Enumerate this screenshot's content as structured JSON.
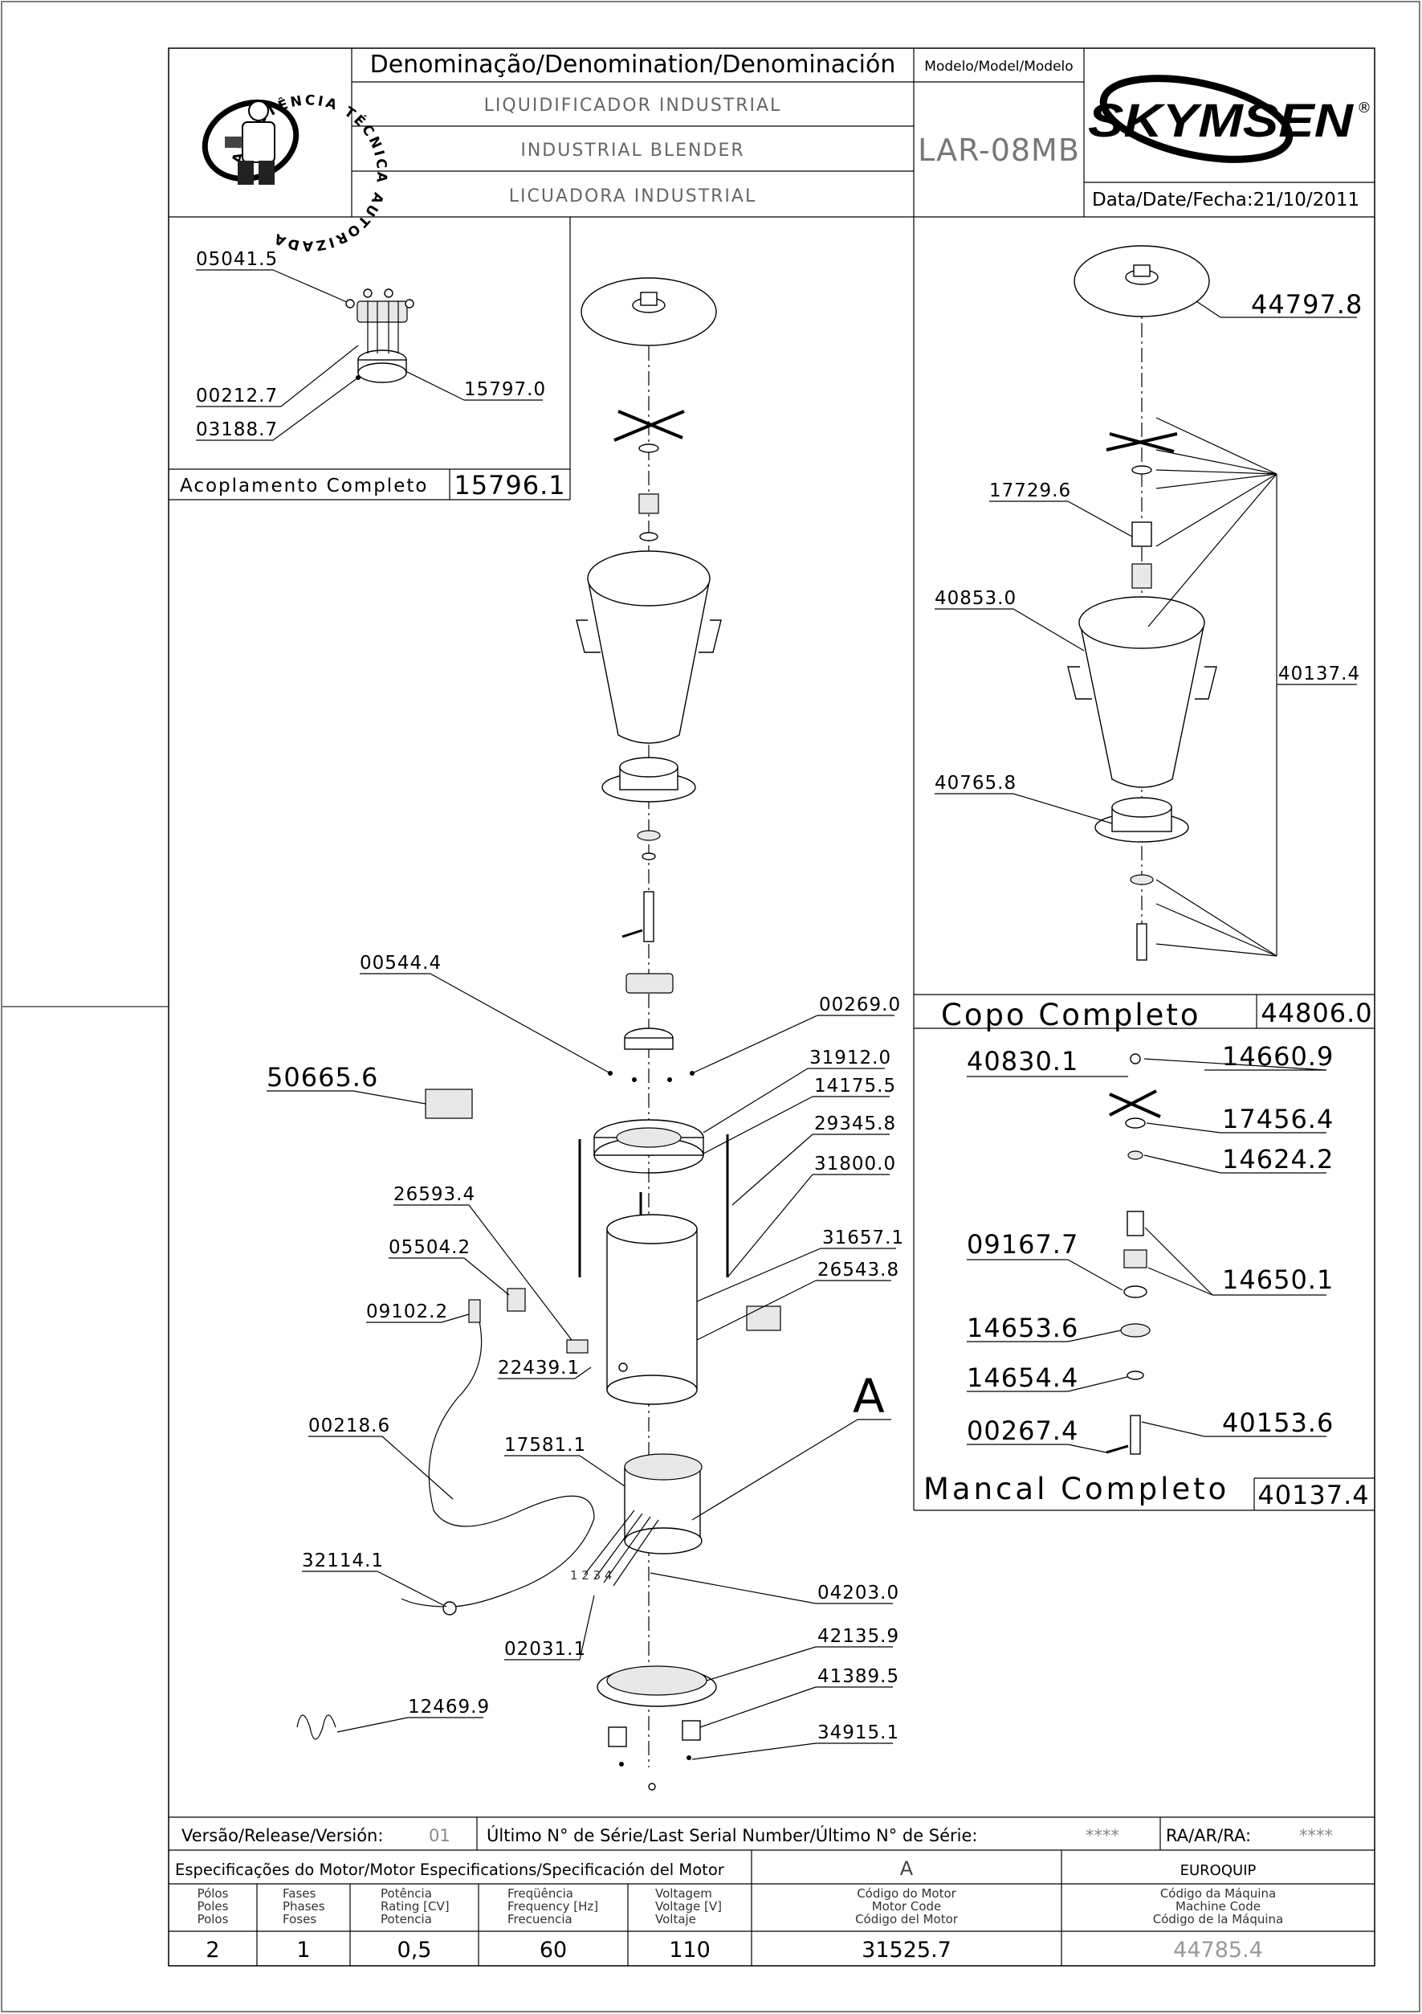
{
  "header": {
    "denomination_label": "Denominação/Denomination/Denominación",
    "name_pt": "LIQUIDIFICADOR INDUSTRIAL",
    "name_en": "INDUSTRIAL BLENDER",
    "name_es": "LICUADORA INDUSTRIAL",
    "model_label": "Modelo/Model/Modelo",
    "model": "LAR-08MB",
    "brand": "SKYMSEN",
    "registered": "®",
    "date_label": "Data/Date/Fecha:",
    "date": "21/10/2011"
  },
  "seal": {
    "text": "ASSISTÊNCIA TÉCNICA AUTORIZADA"
  },
  "coupling_box": {
    "title": "Acoplamento Completo",
    "code": "15796.1",
    "parts": [
      "05041.5",
      "00212.7",
      "03188.7",
      "15797.0"
    ]
  },
  "cup_box": {
    "title": "Copo Completo",
    "code": "44806.0",
    "parts": [
      "44797.8",
      "17729.6",
      "40853.0",
      "40137.4",
      "40765.8"
    ]
  },
  "bearing_box": {
    "title": "Mancal Completo",
    "code": "40137.4",
    "parts": [
      "40830.1",
      "14660.9",
      "17456.4",
      "14624.2",
      "09167.7",
      "14650.1",
      "14653.6",
      "14654.4",
      "00267.4",
      "40153.6"
    ]
  },
  "main_parts": {
    "p00544": "00544.4",
    "p00269": "00269.0",
    "p31912": "31912.0",
    "p14175": "14175.5",
    "p50665": "50665.6",
    "p29345": "29345.8",
    "p31800": "31800.0",
    "p26593": "26593.4",
    "p31657": "31657.1",
    "p05504": "05504.2",
    "p26543": "26543.8",
    "p09102": "09102.2",
    "p22439": "22439.1",
    "motor_callout": "A",
    "p00218": "00218.6",
    "p17581": "17581.1",
    "p32114": "32114.1",
    "p04203": "04203.0",
    "p02031": "02031.1",
    "p42135": "42135.9",
    "p41389": "41389.5",
    "p12469": "12469.9",
    "p34915": "34915.1",
    "wire_numbers": "1 2 3 4"
  },
  "footer": {
    "version_label": "Versão/Release/Versión:",
    "version": "01",
    "serial_label": "Último N° de Série/Last Serial Number/Último N° de Série:",
    "serial": "****",
    "ra_label": "RA/AR/RA:",
    "ra": "****",
    "motor_spec_label": "Especificações do Motor/Motor Especifications/Specificación del Motor",
    "motor_letter": "A",
    "manufacturer": "EUROQUIP",
    "columns": [
      {
        "l1": "Pólos",
        "l2": "Poles",
        "l3": "Polos",
        "value": "2"
      },
      {
        "l1": "Fases",
        "l2": "Phases",
        "l3": "Foses",
        "value": "1"
      },
      {
        "l1": "Potência",
        "l2": "Rating [CV]",
        "l3": "Potencia",
        "value": "0,5"
      },
      {
        "l1": "Freqüência",
        "l2": "Frequency [Hz]",
        "l3": "Frecuencia",
        "value": "60"
      },
      {
        "l1": "Voltagem",
        "l2": "Voltage [V]",
        "l3": "Voltaje",
        "value": "110"
      },
      {
        "l1": "Código do Motor",
        "l2": "Motor Code",
        "l3": "Código del Motor",
        "value": "31525.7"
      },
      {
        "l1": "Código da Máquina",
        "l2": "Machine Code",
        "l3": "Código de la Máquina",
        "value": "44785.4"
      }
    ]
  }
}
